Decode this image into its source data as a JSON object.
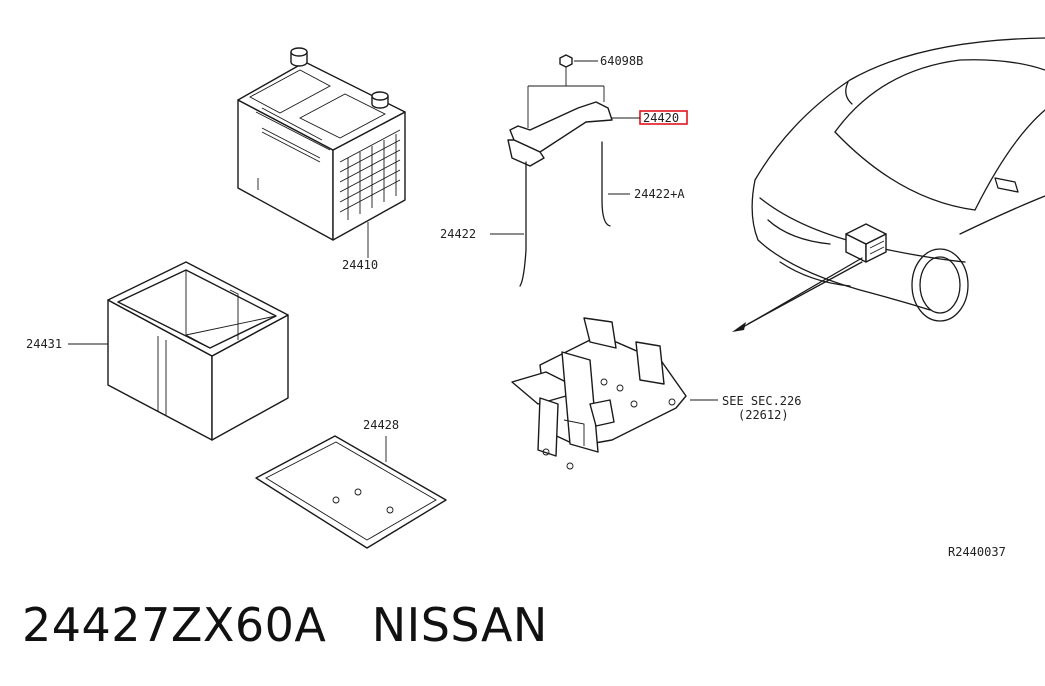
{
  "callouts": {
    "battery": "24410",
    "nut": "64098B",
    "frame": "24420",
    "rod_right": "24422+A",
    "rod_left": "24422",
    "cover": "24431",
    "tray": "24428",
    "see_sec_line1": "SEE SEC.226",
    "see_sec_line2": "(22612)",
    "drawing_id": "R2440037"
  },
  "highlight_color": "#e0141e",
  "footer": {
    "part_number": "24427ZX60A",
    "brand": "NISSAN"
  }
}
